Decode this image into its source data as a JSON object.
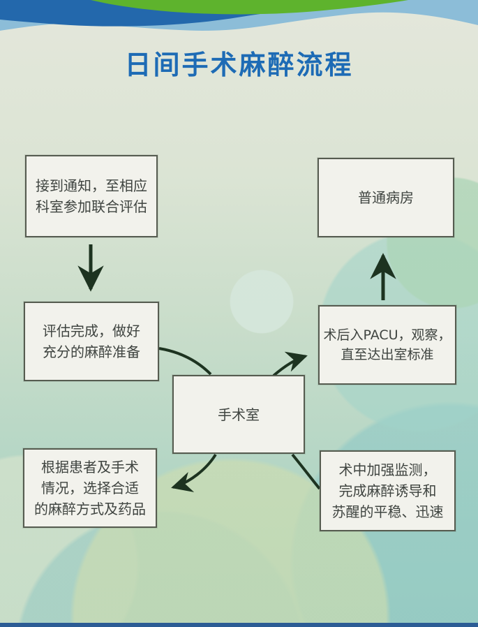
{
  "title": "日间手术麻醉流程",
  "flow": {
    "nodes": {
      "notify": {
        "label": "接到通知，至相应\n科室参加联合评估"
      },
      "ward": {
        "label": "普通病房"
      },
      "assess": {
        "label": "评估完成，做好\n充分的麻醉准备"
      },
      "pacu": {
        "label": "术后入PACU，观察，\n直至达出室标准"
      },
      "or": {
        "label": "手术室"
      },
      "choose": {
        "label": "根据患者及手术\n情况，选择合适\n的麻醉方式及药品"
      },
      "monitor": {
        "label": "术中加强监测，\n完成麻醉诱导和\n苏醒的平稳、迅速"
      }
    },
    "edges": [
      {
        "from": "notify",
        "to": "assess",
        "arrowhead": true
      },
      {
        "from": "assess",
        "to": "or",
        "arrowhead": false
      },
      {
        "from": "or",
        "to": "choose",
        "arrowhead": true
      },
      {
        "from": "monitor",
        "to": "or",
        "arrowhead": false
      },
      {
        "from": "or",
        "to": "pacu",
        "arrowhead": true
      },
      {
        "from": "pacu",
        "to": "ward",
        "arrowhead": true
      }
    ]
  },
  "colors": {
    "title": "#1d6bb5",
    "arrow": "#1d3320",
    "box_border": "#565c50",
    "box_fill": "#f2f2ec",
    "wave_dark_blue": "#2368ac",
    "wave_green": "#5eb32d",
    "wave_light_blue": "#8cbdd8",
    "bottom_strip": "#2c5c95"
  }
}
